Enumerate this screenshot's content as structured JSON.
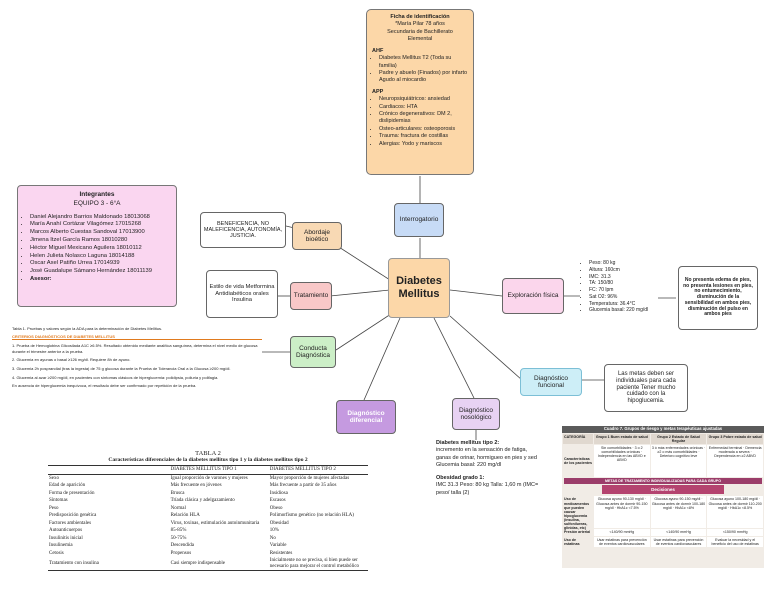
{
  "center": {
    "title": "Diabetes Mellitus"
  },
  "nodes": {
    "interrogatorio": "Interrogatorio",
    "abordaje": "Abordaje bioético",
    "tratamiento": "Tratamiento",
    "conducta": "Conducta Diagnóstica",
    "dx_diferencial": "Diagnóstico diferencial",
    "dx_nosologico": "Diagnóstico nosológico",
    "dx_funcional": "Diagnóstico funcional",
    "exploracion": "Exploración física"
  },
  "ficha": {
    "title": "Ficha de identificación",
    "lines": [
      "*María Pilar 78 años",
      "Secundaria de Bachillerato",
      "Elemental"
    ],
    "ahf_title": "AHF",
    "ahf": [
      "Diabetes Mellitus T2 (Toda su familia)",
      "Padre y abuelo (Finados) por infarto Agudo al miocardio"
    ],
    "app_title": "APP",
    "app": [
      "Neuropsiquiátricos: ansiedad",
      "Cardiacos: HTA",
      "Crónico degenerativos: DM 2, dislipidemias",
      "Osteo-articulares: osteoporosis",
      "Trauma: fractura de costillas",
      "Alergias: Yodo y mariscos"
    ]
  },
  "integrantes": {
    "title": "Integrantes",
    "subtitle": "EQUIPO 3 - 6°A",
    "members": [
      "Daniel Alejandro Barrios Maldonado 18013068",
      "María Anahí Cortázar Vilagómez 17015268",
      "Marcos Alberto Cuestas Sandoval 17013900",
      "Jimena Itzel García Ramos 18010280",
      "Héctor Miguel Mexicano Aguilera 18010112",
      "Helen Julieta Nolasco Laguna 18014188",
      "Oscar Axel Patiño Urrea 17014939",
      "José Guadalupe Sámano Hernández 18011139",
      "Asesor:"
    ]
  },
  "bioetica": {
    "text": "BENEFICENCIA, NO MALEFICENCIA, AUTONOMÍA, JUSTICIA."
  },
  "estilo": {
    "text": "Estilo de vida Metformina Antidiabéticos orales Insulina"
  },
  "exploracion_data": {
    "items": [
      "Peso: 80 kg",
      "Altura: 160cm",
      "IMC: 31.3",
      "TA: 150/80",
      "FC: 70 lpm",
      "Sat O2: 96%",
      "Temperatura: 36.4°C",
      "Glucemia basal: 220 mg/dl"
    ]
  },
  "edema": {
    "text": "No presenta edema de pies, no presenta lesiones en pies, no entumecimiento, disminución de la sensibilidad en ambos pies, disminución del pulso en ambos pies"
  },
  "funcional_note": {
    "text": "Las metas deben ser individuales para cada paciente Tener mucho cuidado con la hipoglucemia."
  },
  "nosologico_box": {
    "title": "Diabetes mellitus tipo 2:",
    "body": "incremento en la sensación de fatiga, ganas de orinar, hormigueo en pies y sed Glucemia basal: 220 mg/dl",
    "obesidad_title": "Obesidad grado 1:",
    "obesidad_body": "IMC 31.3 Peso: 80 kg Talla: 1,60 m (IMC= peso/ talla (2)"
  },
  "criterios": {
    "caption": "Tabla 1. Pruebas y valores según la ADA para la determinación de Diabetes Mellitus.",
    "title": "CRITERIOS DIAGNÓSTICOS DE DIABETES MELLITUS",
    "items": [
      "1. Prueba de Hemoglobina Glicosilada A1C ≥6.5%. Resultado obtenido  mediante analítica sanguínea, determina el nivel medio de glucosa durante el trimestre anterior a la prueba.",
      "2. Glucemia en ayunas o basal ≥126 mg/dl. Requiere 8h de ayuno.",
      "3. Glucemia 2h posprandial (tras la ingesta) de 75 g glucosa durante la Prueba de Tolerancia Oral a la Glucosa ≥200 mg/dl.",
      "4. Glucemia al azar ≥200 mg/dl, en pacientes con síntomas clásicos de hiperglucemia: polidipsia, poliuria y polifagia."
    ],
    "footer": "En ausencia de hiperglucemia inequívoca, el resultado debe ser confirmado por repetición de la prueba."
  },
  "tabla2": {
    "title": "TABLA 2",
    "subtitle": "Características diferenciales de la diabetes mellitus tipo 1 y la diabetes mellitus tipo 2",
    "headers": [
      "",
      "DIABETES MELLITUS TIPO 1",
      "DIABETES MELLITUS TIPO 2"
    ],
    "rows": [
      [
        "Sexo",
        "Igual proporción de varones y mujeres",
        "Mayor proporción de mujeres afectadas"
      ],
      [
        "Edad de aparición",
        "Más frecuente en jóvenes",
        "Más frecuente a partir de 35 años"
      ],
      [
        "Forma de presentación",
        "Brusca",
        "Insidiosa"
      ],
      [
        "Síntomas",
        "Tríada clásica y adelgazamiento",
        "Escasos"
      ],
      [
        "Peso",
        "Normal",
        "Obeso"
      ],
      [
        "Predisposición genética",
        "Relación HLA",
        "Polimorfismo genético (no relación HLA)"
      ],
      [
        "Factores ambientales",
        "Virus, toxinas, estimulación autoinmunitaria",
        "Obesidad"
      ],
      [
        "Autoanticuerpos",
        "85-85%",
        "10%"
      ],
      [
        "Insulinitis inicial",
        "50-75%",
        "No"
      ],
      [
        "Insulinemia",
        "Descendida",
        "Variable"
      ],
      [
        "Cetosis",
        "Propensos",
        "Resistentes"
      ],
      [
        "Tratamiento con insulina",
        "Casi siempre indispensable",
        "Inicialmente no se precisa, si bien puede ser necesario para mejorar el control metabólico"
      ]
    ]
  },
  "cuadro7": {
    "title": "Cuadro 7. Grupos de riesgo y metas terapéuticas ajustadas",
    "headers": [
      "CATEGORÍA",
      "Grupo 1 Buen estado de salud",
      "Grupo 2 Estado de Salud Regular",
      "Grupo 3 Pobre estado de salud"
    ],
    "row1_label": "Características de los pacientes",
    "row1": [
      "Sin comorbilidades · 3 o 2 comorbilidades crónicas · Independencia en las ABVD e ABVD",
      "3 ó más enfermedades crónicas · ≥2 o más comorbilidades · Deterioro cognitivo leve",
      "Enfermedad terminal · Demencia moderada a severa · Dependencia en ≥2 ABVD"
    ],
    "band": "METAS DE TRATAMIENTO INDIVIDUALIZADAS PARA CADA GRUPO",
    "decisiones": "Decisiones",
    "row2_label": "Uso de medicamentos que pueden causar hipoglucemia (insulina, sulfonilureas, glinidas, etc)",
    "row2": [
      "Glucosa ayuno 90-130 mg/dl · Glucosa antes de dormir 90-150 mg/dl · HbA1c <7.5%",
      "Glucosa ayuno 90-150 mg/dl · Glucosa antes de dormir 100-180 mg/dl · HbA1c <8%",
      "Glucosa ayuno 100-180 mg/dl · Glucosa antes de dormir 110-200 mg/dl · HbA1c <8.5%"
    ],
    "row3_label": "Presión arterial",
    "row3": [
      "<140/90 mmHg",
      "<140/90 mmHg",
      "<150/90 mmHg"
    ],
    "row4_label": "Uso de estatinas",
    "row4": [
      "Usar estatinas para prevención de eventos cardiovasculares",
      "Usar estatinas para prevención de eventos cardiovasculares",
      "Evaluar la necesidad y el beneficio del uso de estatinas"
    ]
  }
}
